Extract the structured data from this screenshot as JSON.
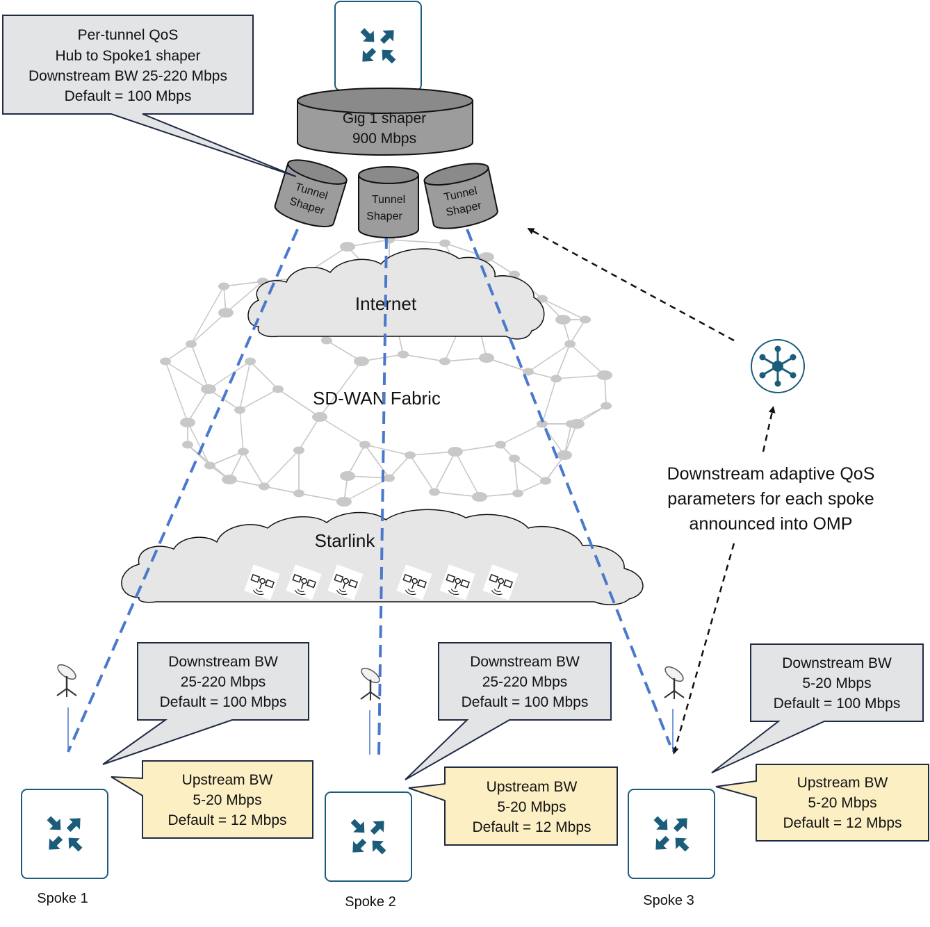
{
  "colors": {
    "router_blue": "#1a5c7a",
    "tunnel_dash": "#4a78cc",
    "callout_gray": "#e3e4e6",
    "callout_border": "#1f2a44",
    "upstream_yellow": "#fdefc4",
    "cloud_gray": "#e6e6e6",
    "shaper_gray": "#9c9c9c",
    "mesh_gray": "#c8c8c8"
  },
  "hub_callout": {
    "line1": "Per-tunnel QoS",
    "line2": "Hub to Spoke1 shaper",
    "line3": "Downstream BW 25-220 Mbps",
    "line4": "Default = 100 Mbps"
  },
  "gig_shaper": {
    "line1": "Gig 1 shaper",
    "line2": "900 Mbps"
  },
  "tunnel_shapers": [
    {
      "line1": "Tunnel",
      "line2": "Shaper"
    },
    {
      "line1": "Tunnel",
      "line2": "Shaper"
    },
    {
      "line1": "Tunnel",
      "line2": "Shaper"
    }
  ],
  "clouds": {
    "internet": "Internet",
    "fabric": "SD-WAN Fabric",
    "starlink": "Starlink"
  },
  "omp_note": {
    "line1": "Downstream adaptive QoS",
    "line2": "parameters for each spoke",
    "line3": "announced into OMP"
  },
  "spokes": [
    {
      "label": "Spoke 1",
      "downstream": {
        "line1": "Downstream BW",
        "line2": "25-220 Mbps",
        "line3": "Default = 100 Mbps"
      },
      "upstream": {
        "line1": "Upstream BW",
        "line2": "5-20 Mbps",
        "line3": "Default = 12 Mbps"
      }
    },
    {
      "label": "Spoke 2",
      "downstream": {
        "line1": "Downstream BW",
        "line2": "25-220 Mbps",
        "line3": "Default = 100 Mbps"
      },
      "upstream": {
        "line1": "Upstream BW",
        "line2": "5-20 Mbps",
        "line3": "Default = 12 Mbps"
      }
    },
    {
      "label": "Spoke 3",
      "downstream": {
        "line1": "Downstream BW",
        "line2": "5-20 Mbps",
        "line3": "Default = 100 Mbps"
      },
      "upstream": {
        "line1": "Upstream BW",
        "line2": "5-20 Mbps",
        "line3": "Default = 12 Mbps"
      }
    }
  ],
  "icons": {
    "hub_router": "router-icon",
    "spoke_router": "router-icon",
    "controller": "controller-hub-icon",
    "satellite": "satellite-icon",
    "dish": "satellite-dish-icon"
  }
}
